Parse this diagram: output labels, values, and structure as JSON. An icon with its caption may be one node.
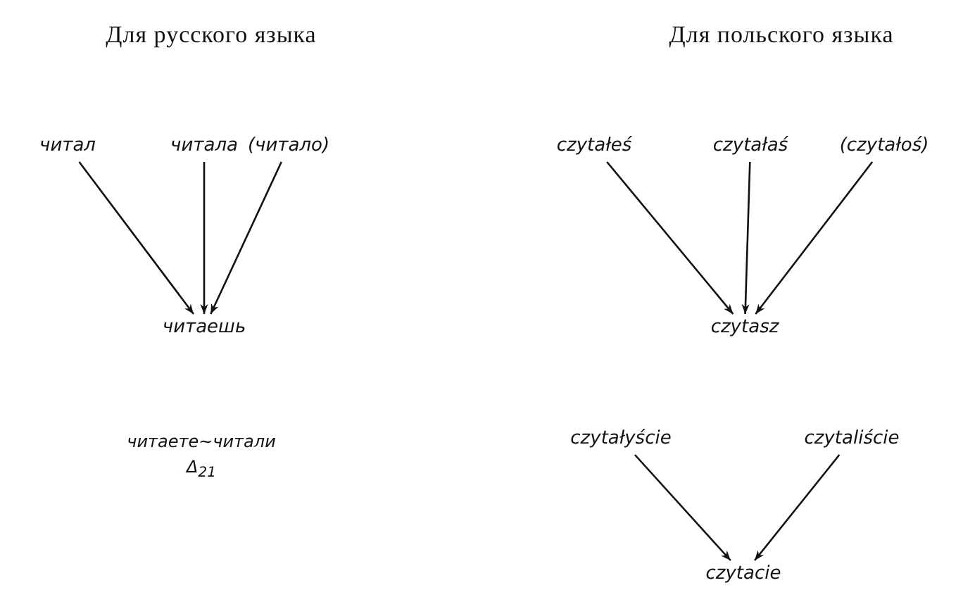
{
  "diagram": {
    "nodes": [
      {
        "text": [
          "читал"
        ]
      },
      {
        "text": [
          "читала"
        ]
      },
      {
        "text": [
          "(читало)"
        ]
      },
      {
        "text": [
          "читаешь"
        ]
      },
      {
        "text": [
          "czytałeś"
        ]
      },
      {
        "text": [
          "czytałaś"
        ]
      },
      {
        "text": [
          "(czytałoś)"
        ]
      },
      {
        "text": [
          "czytasz"
        ]
      },
      {
        "text": [
          "czytałyście"
        ]
      },
      {
        "text": [
          "czytaliście"
        ]
      },
      {
        "text": [
          "czytacie"
        ]
      }
    ],
    "edges": [
      {
        "from": 0,
        "to": 3,
        "arrow": "to"
      },
      {
        "from": 1,
        "to": 3,
        "arrow": "to"
      },
      {
        "from": 2,
        "to": 3,
        "arrow": "to"
      },
      {
        "from": 4,
        "to": 7,
        "arrow": "to"
      },
      {
        "from": 5,
        "to": 7,
        "arrow": "to"
      },
      {
        "from": 6,
        "to": 7,
        "arrow": "to"
      },
      {
        "from": 8,
        "to": 10,
        "arrow": "to"
      },
      {
        "from": 9,
        "to": 10,
        "arrow": "to"
      }
    ],
    "labels": [
      "Для русского языка",
      "Для польского языка",
      "читаете~читали",
      "Δ$_{21}$"
    ]
  }
}
